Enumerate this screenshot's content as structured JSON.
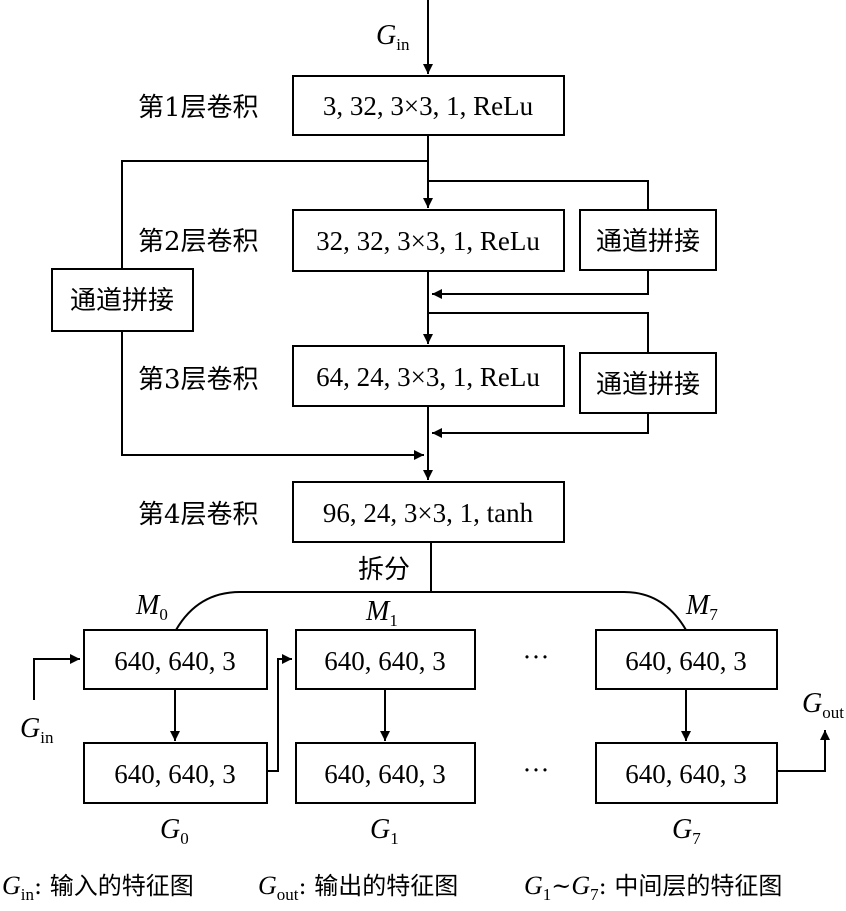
{
  "input_label": {
    "main": "G",
    "sub": "in"
  },
  "layers": [
    {
      "label": "第1层卷积",
      "params": "3, 32, 3×3, 1, ReLu"
    },
    {
      "label": "第2层卷积",
      "params": "32, 32, 3×3, 1, ReLu"
    },
    {
      "label": "第3层卷积",
      "params": "64, 24, 3×3, 1, ReLu"
    },
    {
      "label": "第4层卷积",
      "params": "96, 24, 3×3, 1, tanh"
    }
  ],
  "concat_label": "通道拼接",
  "split_label": "拆分",
  "ellipsis": "···",
  "m_labels": [
    {
      "main": "M",
      "sub": "0"
    },
    {
      "main": "M",
      "sub": "1"
    },
    {
      "main": "M",
      "sub": "7"
    }
  ],
  "top_boxes": [
    "640, 640, 3",
    "640, 640, 3",
    "640, 640, 3"
  ],
  "bottom_boxes": [
    "640, 640, 3",
    "640, 640, 3",
    "640, 640, 3"
  ],
  "g_labels": [
    {
      "main": "G",
      "sub": "0"
    },
    {
      "main": "G",
      "sub": "1"
    },
    {
      "main": "G",
      "sub": "7"
    }
  ],
  "left_input": {
    "main": "G",
    "sub": "in"
  },
  "output_label": {
    "main": "G",
    "sub": "out"
  },
  "legend": [
    {
      "main": "G",
      "sub": "in",
      "text": ": 输入的特征图"
    },
    {
      "main": "G",
      "sub": "out",
      "text": ": 输出的特征图"
    },
    {
      "main": "G",
      "sub": "1",
      "mid": "~",
      "main2": "G",
      "sub2": "7",
      "text": ": 中间层的特征图"
    }
  ]
}
